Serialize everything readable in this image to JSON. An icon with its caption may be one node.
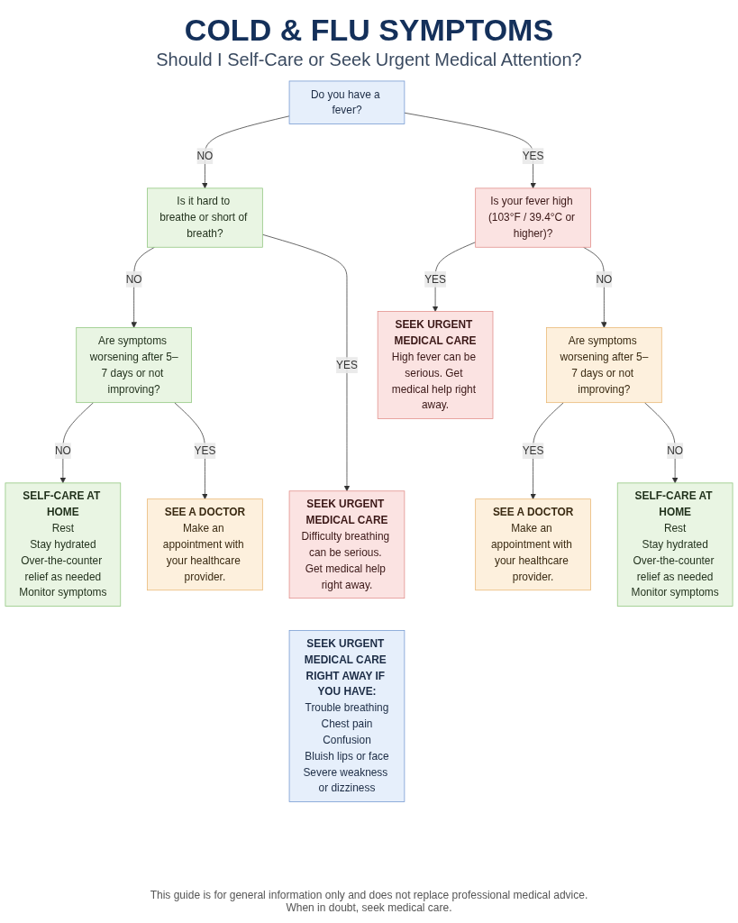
{
  "diagram": {
    "title": "COLD & FLU SYMPTOMS",
    "caption": "This guide is for general information only and does not replace professional medical advice. When in doubt, seek medical care.",
    "nodes": [
      {
        "text": [
          "Do you have a fever?"
        ]
      },
      {
        "text": [
          "Is it hard to breathe or short of breath?"
        ]
      },
      {
        "text": [
          "Is your fever high (103°F / 39.4°C or higher)?"
        ]
      },
      {
        "text": [
          "Are symptoms worsening after 5–7 days or not improving?"
        ]
      },
      {
        "text": [
          "SEEK URGENT MEDICAL CARE",
          "High fever can be serious. Get medical help right away."
        ]
      },
      {
        "text": [
          "Are symptoms worsening after 5–7 days or not improving?"
        ]
      },
      {
        "text": [
          "SELF-CARE AT HOME",
          "Rest",
          "Stay hydrated",
          "Over-the-counter relief as needed",
          "Monitor symptoms"
        ]
      },
      {
        "text": [
          "SEE A DOCTOR",
          "Make an appointment with your healthcare provider."
        ]
      },
      {
        "text": [
          "SEEK URGENT MEDICAL CARE",
          "Difficulty breathing can be serious. Get medical help right away."
        ]
      },
      {
        "text": [
          "SEE A DOCTOR",
          "Make an appointment with your healthcare provider."
        ]
      },
      {
        "text": [
          "SELF-CARE AT HOME",
          "Rest",
          "Stay hydrated",
          "Over-the-counter relief as needed",
          "Monitor symptoms"
        ]
      },
      {
        "text": [
          "SEEK URGENT MEDICAL CARE RIGHT AWAY IF YOU HAVE:",
          "Trouble breathing",
          "Chest pain",
          "Confusion",
          "Bluish lips or face",
          "Severe weakness or dizziness"
        ]
      }
    ],
    "edges": [
      {
        "from": 0,
        "to": 1,
        "arrow": "to",
        "label": "NO"
      },
      {
        "from": 0,
        "to": 2,
        "arrow": "to",
        "label": "YES"
      },
      {
        "from": 1,
        "to": 3,
        "arrow": "to",
        "label": "NO"
      },
      {
        "from": 1,
        "to": 8,
        "arrow": "to",
        "label": "YES"
      },
      {
        "from": 2,
        "to": 4,
        "arrow": "to",
        "label": "YES"
      },
      {
        "from": 2,
        "to": 5,
        "arrow": "to",
        "label": "NO"
      },
      {
        "from": 3,
        "to": 6,
        "arrow": "to",
        "label": "NO"
      },
      {
        "from": 3,
        "to": 7,
        "arrow": "to",
        "label": "YES"
      },
      {
        "from": 5,
        "to": 9,
        "arrow": "to",
        "label": "YES"
      },
      {
        "from": 5,
        "to": 10,
        "arrow": "to",
        "label": "NO"
      }
    ],
    "labels": [
      "Should I Self-Care or Seek Urgent Medical Attention?"
    ]
  }
}
